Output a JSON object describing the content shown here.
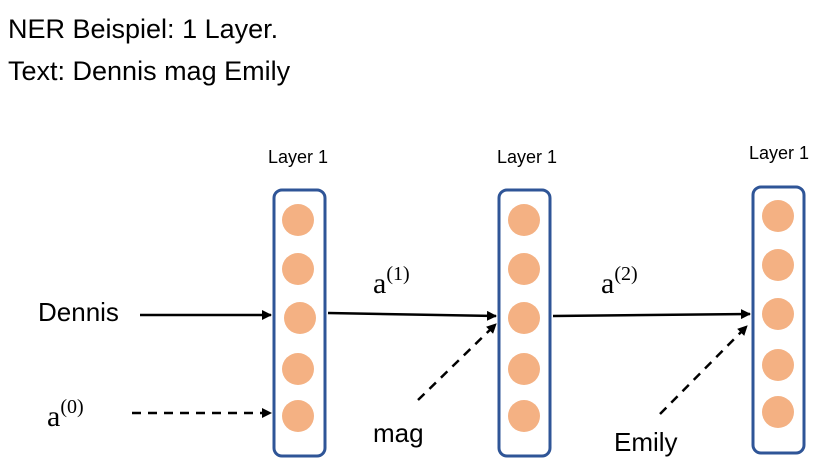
{
  "header": {
    "line1": "NER Beispiel: 1 Layer.",
    "line2": "Text: Dennis mag Emily"
  },
  "layers": [
    {
      "label": "Layer 1",
      "units": 5
    },
    {
      "label": "Layer 1",
      "units": 5
    },
    {
      "label": "Layer 1",
      "units": 5
    }
  ],
  "inputs": {
    "word1": "Dennis",
    "word2": "mag",
    "word3": "Emily"
  },
  "activations": {
    "a0": {
      "base": "a",
      "sup": "(0)"
    },
    "a1": {
      "base": "a",
      "sup": "(1)"
    },
    "a2": {
      "base": "a",
      "sup": "(2)"
    }
  },
  "colors": {
    "unit_fill": "#f4b183",
    "layer_border": "#2f5597",
    "arrow": "#000000"
  }
}
